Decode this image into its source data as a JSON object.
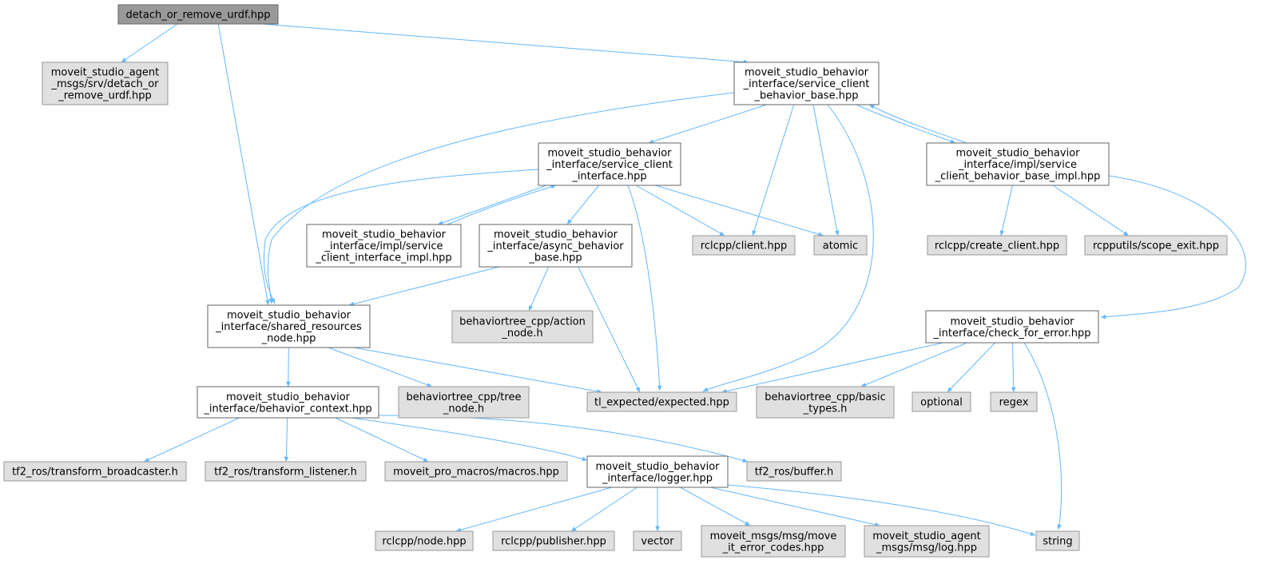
{
  "diagram": {
    "colors": {
      "edge": "#63b8ff",
      "root_fill": "#999999",
      "root_border": "#666666",
      "documented_fill": "#ffffff",
      "documented_border": "#666666",
      "external_fill": "#e0e0e0",
      "external_border": "#999999",
      "text": "#000000"
    },
    "nodes": [
      {
        "id": "root",
        "kind": "root",
        "lines": [
          "detach_or_remove_urdf.hpp"
        ]
      },
      {
        "id": "agent_srv",
        "kind": "external",
        "lines": [
          "moveit_studio_agent",
          "_msgs/srv/detach_or",
          "_remove_urdf.hpp"
        ]
      },
      {
        "id": "scb_base",
        "kind": "documented",
        "lines": [
          "moveit_studio_behavior",
          "_interface/service_client",
          "_behavior_base.hpp"
        ]
      },
      {
        "id": "sc_iface",
        "kind": "documented",
        "lines": [
          "moveit_studio_behavior",
          "_interface/service_client",
          "_interface.hpp"
        ]
      },
      {
        "id": "scb_impl",
        "kind": "documented",
        "lines": [
          "moveit_studio_behavior",
          "_interface/impl/service",
          "_client_behavior_base_impl.hpp"
        ]
      },
      {
        "id": "sci_impl",
        "kind": "documented",
        "lines": [
          "moveit_studio_behavior",
          "_interface/impl/service",
          "_client_interface_impl.hpp"
        ]
      },
      {
        "id": "async",
        "kind": "documented",
        "lines": [
          "moveit_studio_behavior",
          "_interface/async_behavior",
          "_base.hpp"
        ]
      },
      {
        "id": "client",
        "kind": "external",
        "lines": [
          "rclcpp/client.hpp"
        ]
      },
      {
        "id": "atomic",
        "kind": "external",
        "lines": [
          "atomic"
        ]
      },
      {
        "id": "create_client",
        "kind": "external",
        "lines": [
          "rclcpp/create_client.hpp"
        ]
      },
      {
        "id": "scope_exit",
        "kind": "external",
        "lines": [
          "rcpputils/scope_exit.hpp"
        ]
      },
      {
        "id": "shared",
        "kind": "documented",
        "lines": [
          "moveit_studio_behavior",
          "_interface/shared_resources",
          "_node.hpp"
        ]
      },
      {
        "id": "action_node",
        "kind": "external",
        "lines": [
          "behaviortree_cpp/action",
          "_node.h"
        ]
      },
      {
        "id": "check_err",
        "kind": "documented",
        "lines": [
          "moveit_studio_behavior",
          "_interface/check_for_error.hpp"
        ]
      },
      {
        "id": "ctx",
        "kind": "documented",
        "lines": [
          "moveit_studio_behavior",
          "_interface/behavior_context.hpp"
        ]
      },
      {
        "id": "tree_node",
        "kind": "external",
        "lines": [
          "behaviortree_cpp/tree",
          "_node.h"
        ]
      },
      {
        "id": "expected",
        "kind": "external",
        "lines": [
          "tl_expected/expected.hpp"
        ]
      },
      {
        "id": "basic_types",
        "kind": "external",
        "lines": [
          "behaviortree_cpp/basic",
          "_types.h"
        ]
      },
      {
        "id": "optional",
        "kind": "external",
        "lines": [
          "optional"
        ]
      },
      {
        "id": "regex",
        "kind": "external",
        "lines": [
          "regex"
        ]
      },
      {
        "id": "tf_bcast",
        "kind": "external",
        "lines": [
          "tf2_ros/transform_broadcaster.h"
        ]
      },
      {
        "id": "tf_listen",
        "kind": "external",
        "lines": [
          "tf2_ros/transform_listener.h"
        ]
      },
      {
        "id": "macros",
        "kind": "external",
        "lines": [
          "moveit_pro_macros/macros.hpp"
        ]
      },
      {
        "id": "logger",
        "kind": "documented",
        "lines": [
          "moveit_studio_behavior",
          "_interface/logger.hpp"
        ]
      },
      {
        "id": "tf_buffer",
        "kind": "external",
        "lines": [
          "tf2_ros/buffer.h"
        ]
      },
      {
        "id": "node",
        "kind": "external",
        "lines": [
          "rclcpp/node.hpp"
        ]
      },
      {
        "id": "publisher",
        "kind": "external",
        "lines": [
          "rclcpp/publisher.hpp"
        ]
      },
      {
        "id": "vector",
        "kind": "external",
        "lines": [
          "vector"
        ]
      },
      {
        "id": "err_codes",
        "kind": "external",
        "lines": [
          "moveit_msgs/msg/move",
          "_it_error_codes.hpp"
        ]
      },
      {
        "id": "log_msg",
        "kind": "external",
        "lines": [
          "moveit_studio_agent",
          "_msgs/msg/log.hpp"
        ]
      },
      {
        "id": "string",
        "kind": "external",
        "lines": [
          "string"
        ]
      }
    ],
    "edges": [
      [
        "root",
        "agent_srv"
      ],
      [
        "root",
        "scb_base"
      ],
      [
        "root",
        "shared"
      ],
      [
        "scb_base",
        "shared"
      ],
      [
        "scb_base",
        "sc_iface"
      ],
      [
        "scb_base",
        "client"
      ],
      [
        "scb_base",
        "atomic"
      ],
      [
        "scb_base",
        "expected"
      ],
      [
        "scb_base",
        "scb_impl"
      ],
      [
        "scb_impl",
        "scb_base"
      ],
      [
        "scb_impl",
        "create_client"
      ],
      [
        "scb_impl",
        "scope_exit"
      ],
      [
        "scb_impl",
        "check_err"
      ],
      [
        "sc_iface",
        "shared"
      ],
      [
        "sc_iface",
        "sci_impl"
      ],
      [
        "sci_impl",
        "sc_iface"
      ],
      [
        "sc_iface",
        "async"
      ],
      [
        "sc_iface",
        "client"
      ],
      [
        "sc_iface",
        "atomic"
      ],
      [
        "sc_iface",
        "expected"
      ],
      [
        "async",
        "shared"
      ],
      [
        "async",
        "action_node"
      ],
      [
        "async",
        "expected"
      ],
      [
        "shared",
        "ctx"
      ],
      [
        "shared",
        "tree_node"
      ],
      [
        "shared",
        "expected"
      ],
      [
        "check_err",
        "expected"
      ],
      [
        "check_err",
        "basic_types"
      ],
      [
        "check_err",
        "optional"
      ],
      [
        "check_err",
        "regex"
      ],
      [
        "check_err",
        "string"
      ],
      [
        "ctx",
        "tf_bcast"
      ],
      [
        "ctx",
        "tf_listen"
      ],
      [
        "ctx",
        "macros"
      ],
      [
        "ctx",
        "logger"
      ],
      [
        "ctx",
        "tf_buffer"
      ],
      [
        "logger",
        "node"
      ],
      [
        "logger",
        "publisher"
      ],
      [
        "logger",
        "vector"
      ],
      [
        "logger",
        "err_codes"
      ],
      [
        "logger",
        "log_msg"
      ],
      [
        "logger",
        "string"
      ]
    ]
  }
}
